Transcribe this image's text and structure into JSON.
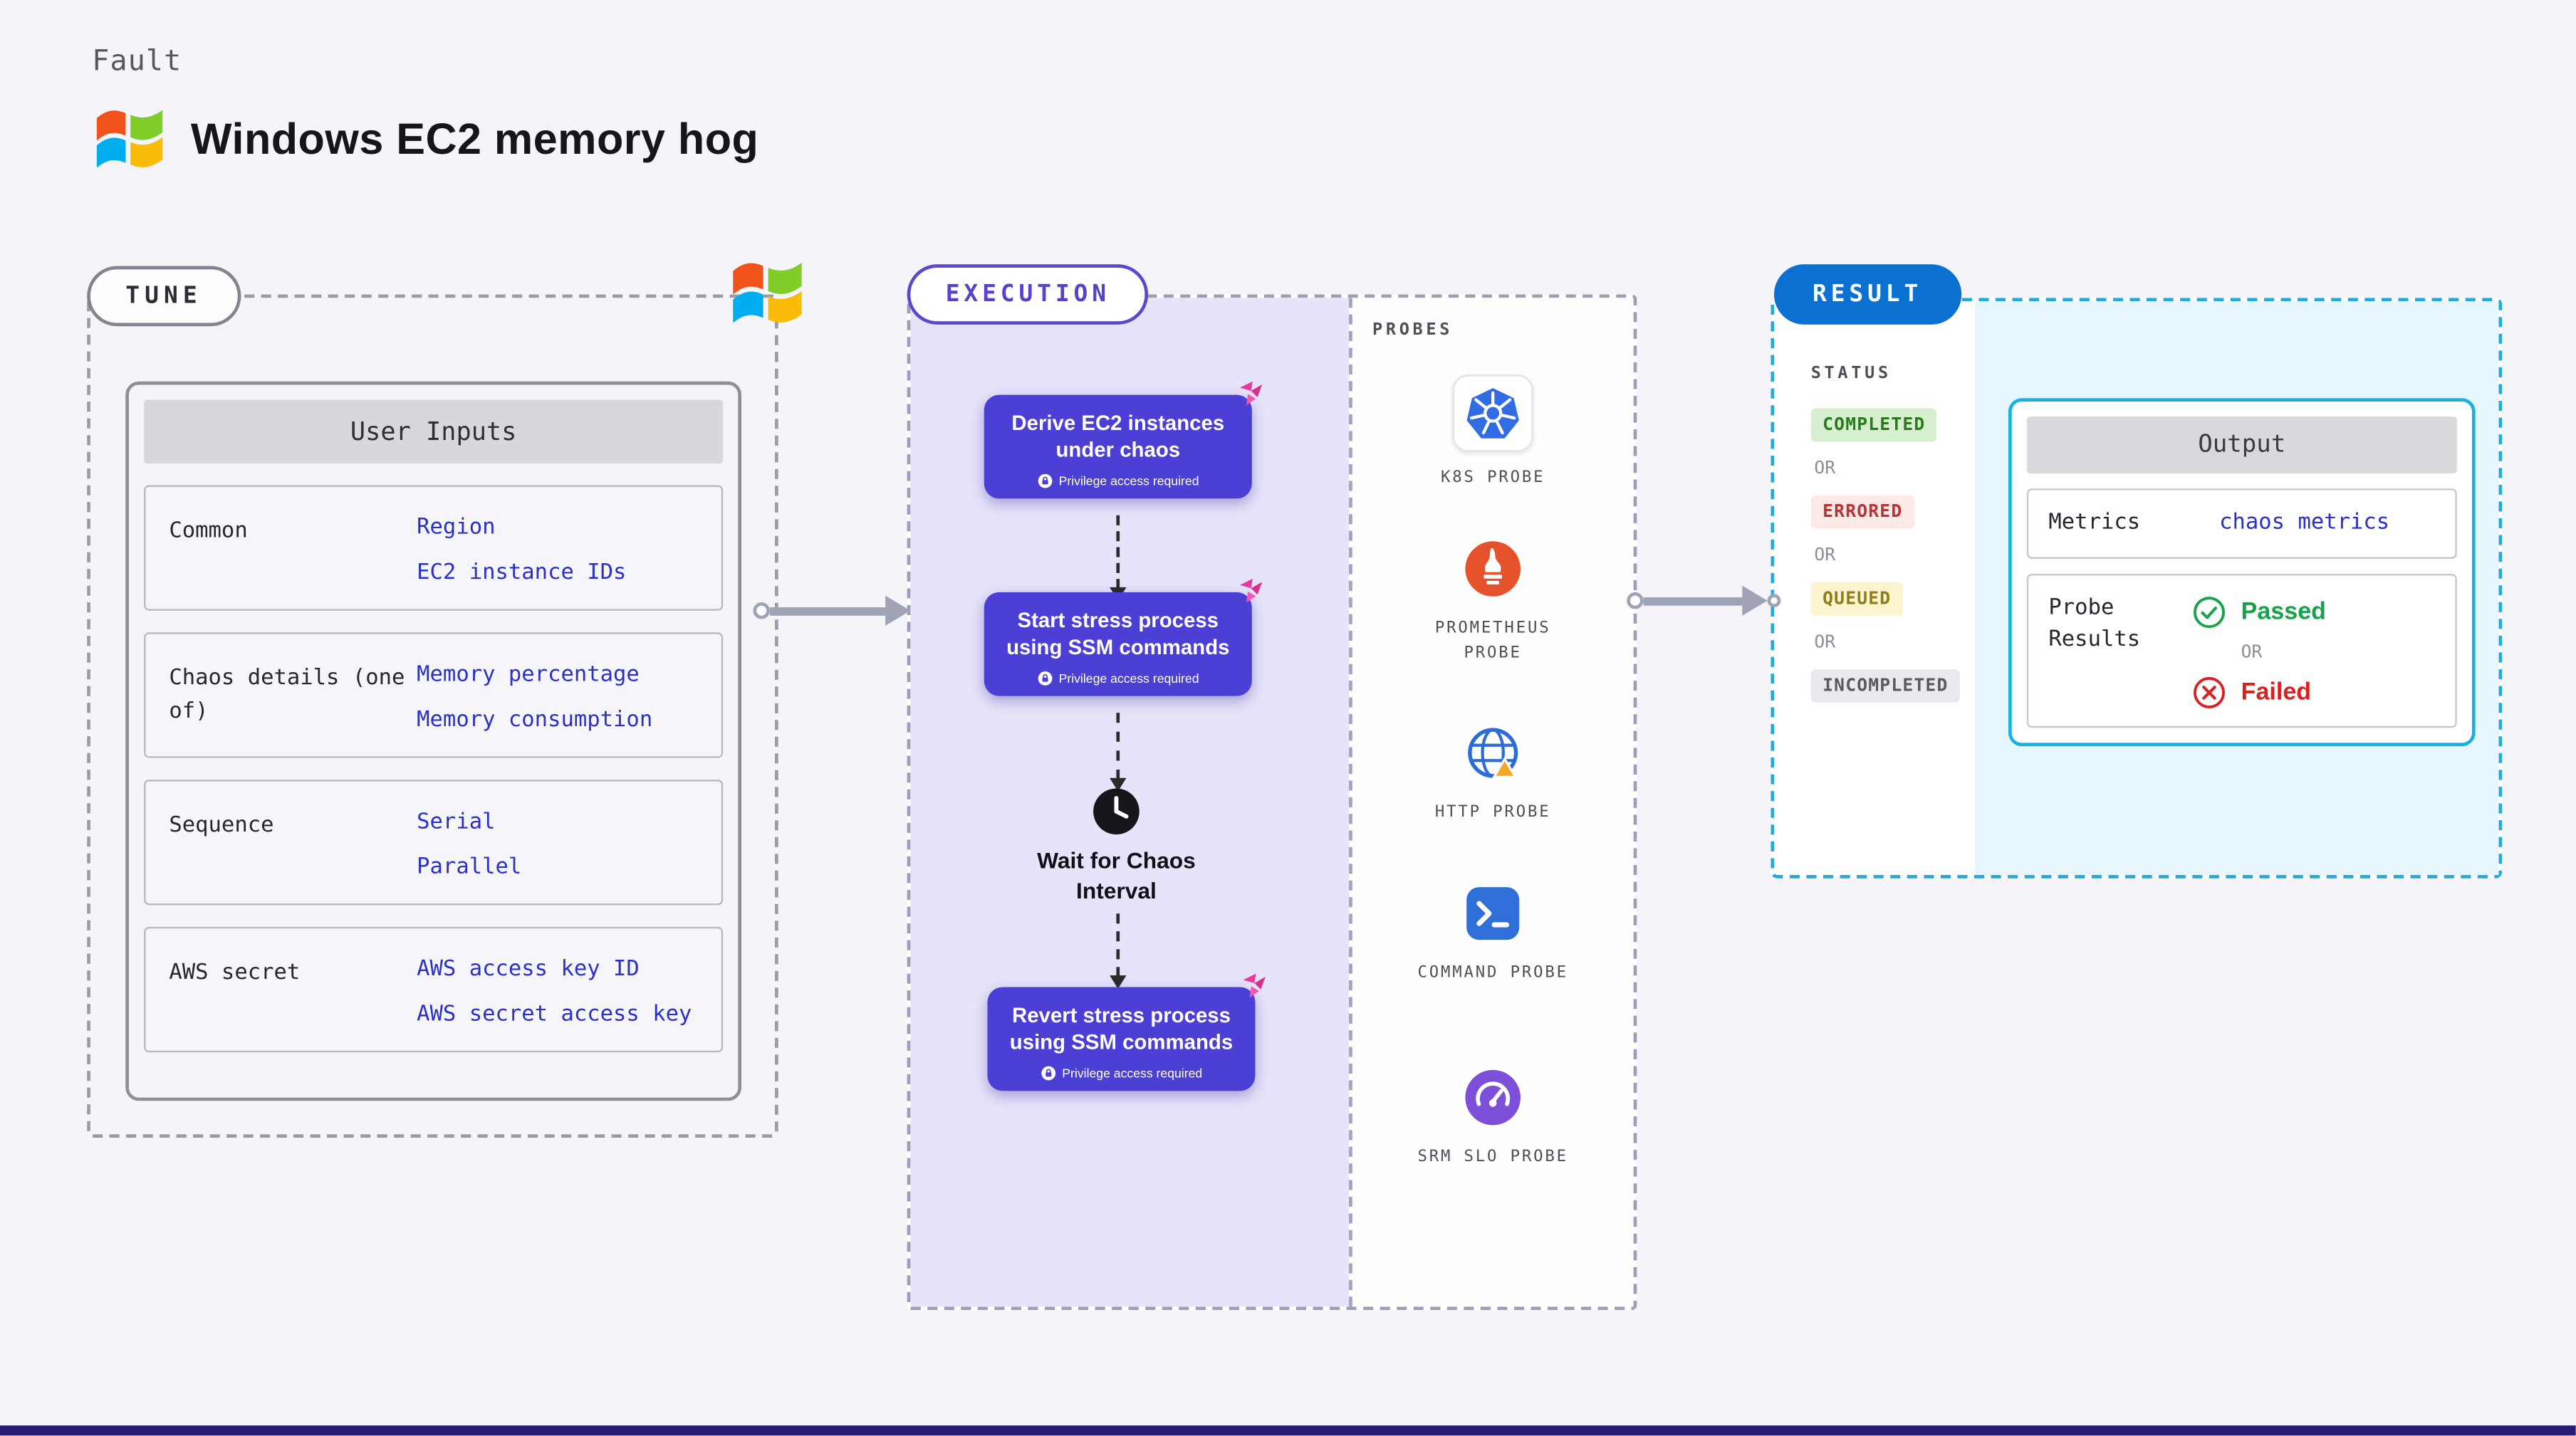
{
  "page": {
    "eyebrow": "Fault",
    "title": "Windows EC2 memory hog"
  },
  "tune": {
    "badge": "TUNE",
    "table": {
      "header": "User Inputs",
      "rows": [
        {
          "label": "Common",
          "values": [
            "Region",
            "EC2 instance IDs"
          ]
        },
        {
          "label": "Chaos details (one of)",
          "values": [
            "Memory percentage",
            "Memory consumption"
          ]
        },
        {
          "label": "Sequence",
          "values": [
            "Serial",
            "Parallel"
          ]
        },
        {
          "label": "AWS secret",
          "values": [
            "AWS access key ID",
            "AWS secret access key"
          ]
        }
      ]
    }
  },
  "execution": {
    "badge": "EXECUTION",
    "steps": [
      {
        "label": "Derive EC2 instances under chaos",
        "note": "Privilege access required",
        "icon": "lock-icon"
      },
      {
        "label": "Start stress process using SSM commands",
        "note": "Privilege access required",
        "icon": "lock-icon"
      },
      {
        "label": "Revert stress process using SSM commands",
        "note": "Privilege access required",
        "icon": "lock-icon"
      }
    ],
    "wait_label": "Wait for Chaos Interval",
    "wait_icon": "clock-icon",
    "probes": {
      "title": "PROBES",
      "items": [
        {
          "label": "K8S PROBE",
          "icon": "kubernetes-icon"
        },
        {
          "label": "PROMETHEUS PROBE",
          "icon": "prometheus-icon"
        },
        {
          "label": "HTTP PROBE",
          "icon": "globe-warning-icon"
        },
        {
          "label": "COMMAND PROBE",
          "icon": "terminal-icon"
        },
        {
          "label": "SRM SLO PROBE",
          "icon": "slo-gauge-icon"
        }
      ]
    }
  },
  "result": {
    "badge": "RESULT",
    "status_title": "STATUS",
    "or_label": "OR",
    "statuses": [
      {
        "label": "COMPLETED",
        "bg": "#d5efcf",
        "color": "#2c7a1f"
      },
      {
        "label": "ERRORED",
        "bg": "#fbe9e8",
        "color": "#b9333a"
      },
      {
        "label": "QUEUED",
        "bg": "#fcf3cf",
        "color": "#8f7c1a"
      },
      {
        "label": "INCOMPLETED",
        "bg": "#e9e9ee",
        "color": "#595964"
      }
    ],
    "output": {
      "header": "Output",
      "metrics_label": "Metrics",
      "metrics_value": "chaos metrics",
      "probe_results_label": "Probe Results",
      "passed_label": "Passed",
      "or_label": "OR",
      "failed_label": "Failed"
    }
  },
  "colors": {
    "page_background": "#f4f4f9",
    "step_purple": "#4c3fd6",
    "execution_panel_purple": "#e6e4fa",
    "result_badge_blue": "#0a70d2",
    "result_border_cyan": "#17b2e2",
    "result_panel_blue": "#e7f5fd",
    "link_blue": "#2a31c8",
    "success_green": "#17a24b",
    "error_red": "#de1f1f",
    "bottom_strip_navy": "#221c77"
  }
}
